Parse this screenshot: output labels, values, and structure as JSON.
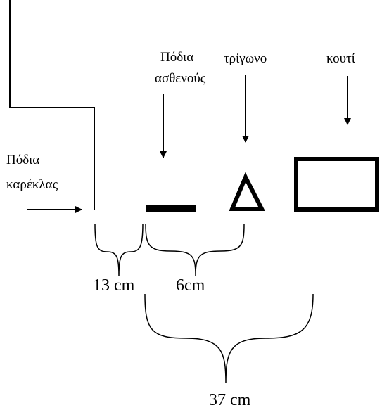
{
  "labels": {
    "patient_feet_line1": "Πόδια",
    "patient_feet_line2": "ασθενούς",
    "triangle": "τρίγωνο",
    "box": "κουτί",
    "chair_legs_line1": "Πόδια",
    "chair_legs_line2": "καρέκλας"
  },
  "measurements": {
    "chair_to_feet": "13 cm",
    "feet_to_triangle": "6cm",
    "feet_to_box": "37 cm"
  },
  "colors": {
    "ink": "#000000",
    "background": "#ffffff"
  }
}
